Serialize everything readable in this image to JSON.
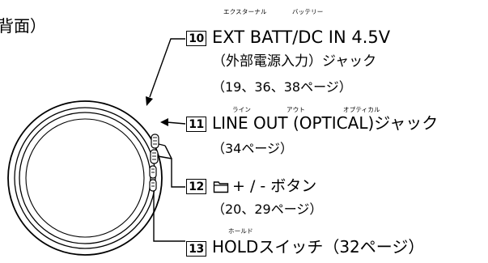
{
  "heading_fragment": "背面）",
  "callouts": [
    {
      "number": "10",
      "ruby": [
        "エクスターナル",
        "バッテリー"
      ],
      "title": "EXT BATT/DC IN 4.5V",
      "lines": [
        "（外部電源入力）ジャック",
        "（19、36、38ページ）"
      ]
    },
    {
      "number": "11",
      "ruby": [
        "ライン",
        "アウト",
        "オプティカル"
      ],
      "title": "LINE OUT (OPTICAL)ジャック",
      "lines": [
        "（34ページ）"
      ]
    },
    {
      "number": "12",
      "title_suffix": "+ / - ボタン",
      "icon": "folder-icon",
      "lines": [
        "（20、29ページ）"
      ]
    },
    {
      "number": "13",
      "ruby": [
        "ホールド"
      ],
      "title": "HOLDスイッチ（32ページ）",
      "lines": []
    }
  ]
}
